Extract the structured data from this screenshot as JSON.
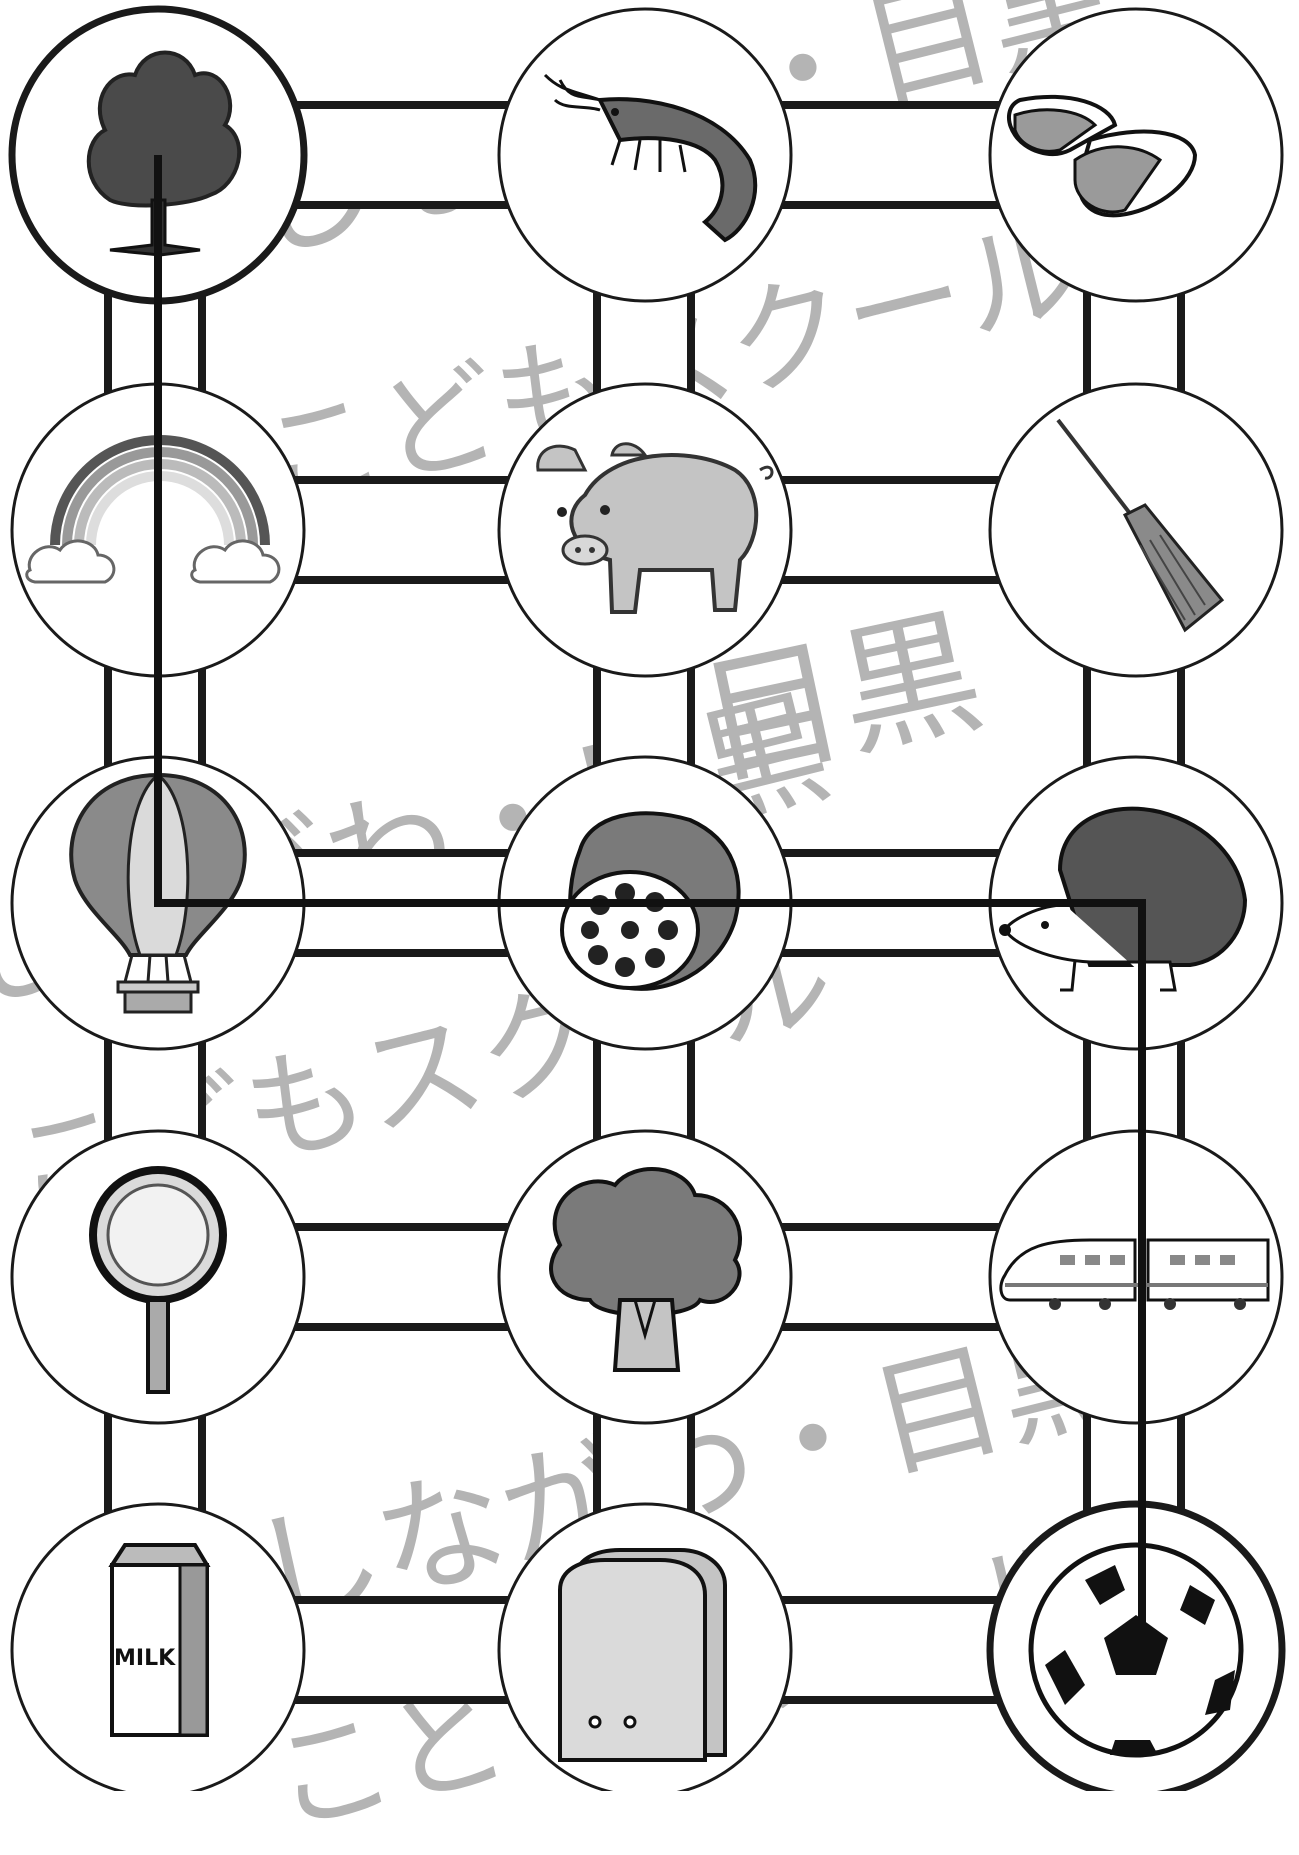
{
  "watermarks": [
    {
      "text": "しながわ・目黒",
      "id": "wm-1"
    },
    {
      "text": "こどもスクール",
      "id": "wm-2"
    },
    {
      "text": "目黒",
      "id": "wm-3"
    },
    {
      "text": "しながわ・目黒",
      "id": "wm-4"
    },
    {
      "text": "こどもスクール",
      "id": "wm-5"
    },
    {
      "text": "しながわ・目黒",
      "id": "wm-6"
    },
    {
      "text": "こどもスクール",
      "id": "wm-7"
    }
  ],
  "milk_label": "MILK",
  "grid": {
    "rows": [
      [
        "tree",
        "shrimp",
        "slippers"
      ],
      [
        "rainbow",
        "pig",
        "broom"
      ],
      [
        "hot-air-balloon",
        "lotus-root",
        "hedgehog"
      ],
      [
        "magnifying-glass",
        "broccoli",
        "bullet-train"
      ],
      [
        "milk-carton",
        "school-backpack",
        "soccer-ball"
      ]
    ],
    "start": "tree",
    "goal": "soccer-ball"
  },
  "path": [
    "tree",
    "rainbow",
    "hot-air-balloon",
    "lotus-root",
    "hedgehog",
    "bullet-train",
    "soccer-ball"
  ]
}
